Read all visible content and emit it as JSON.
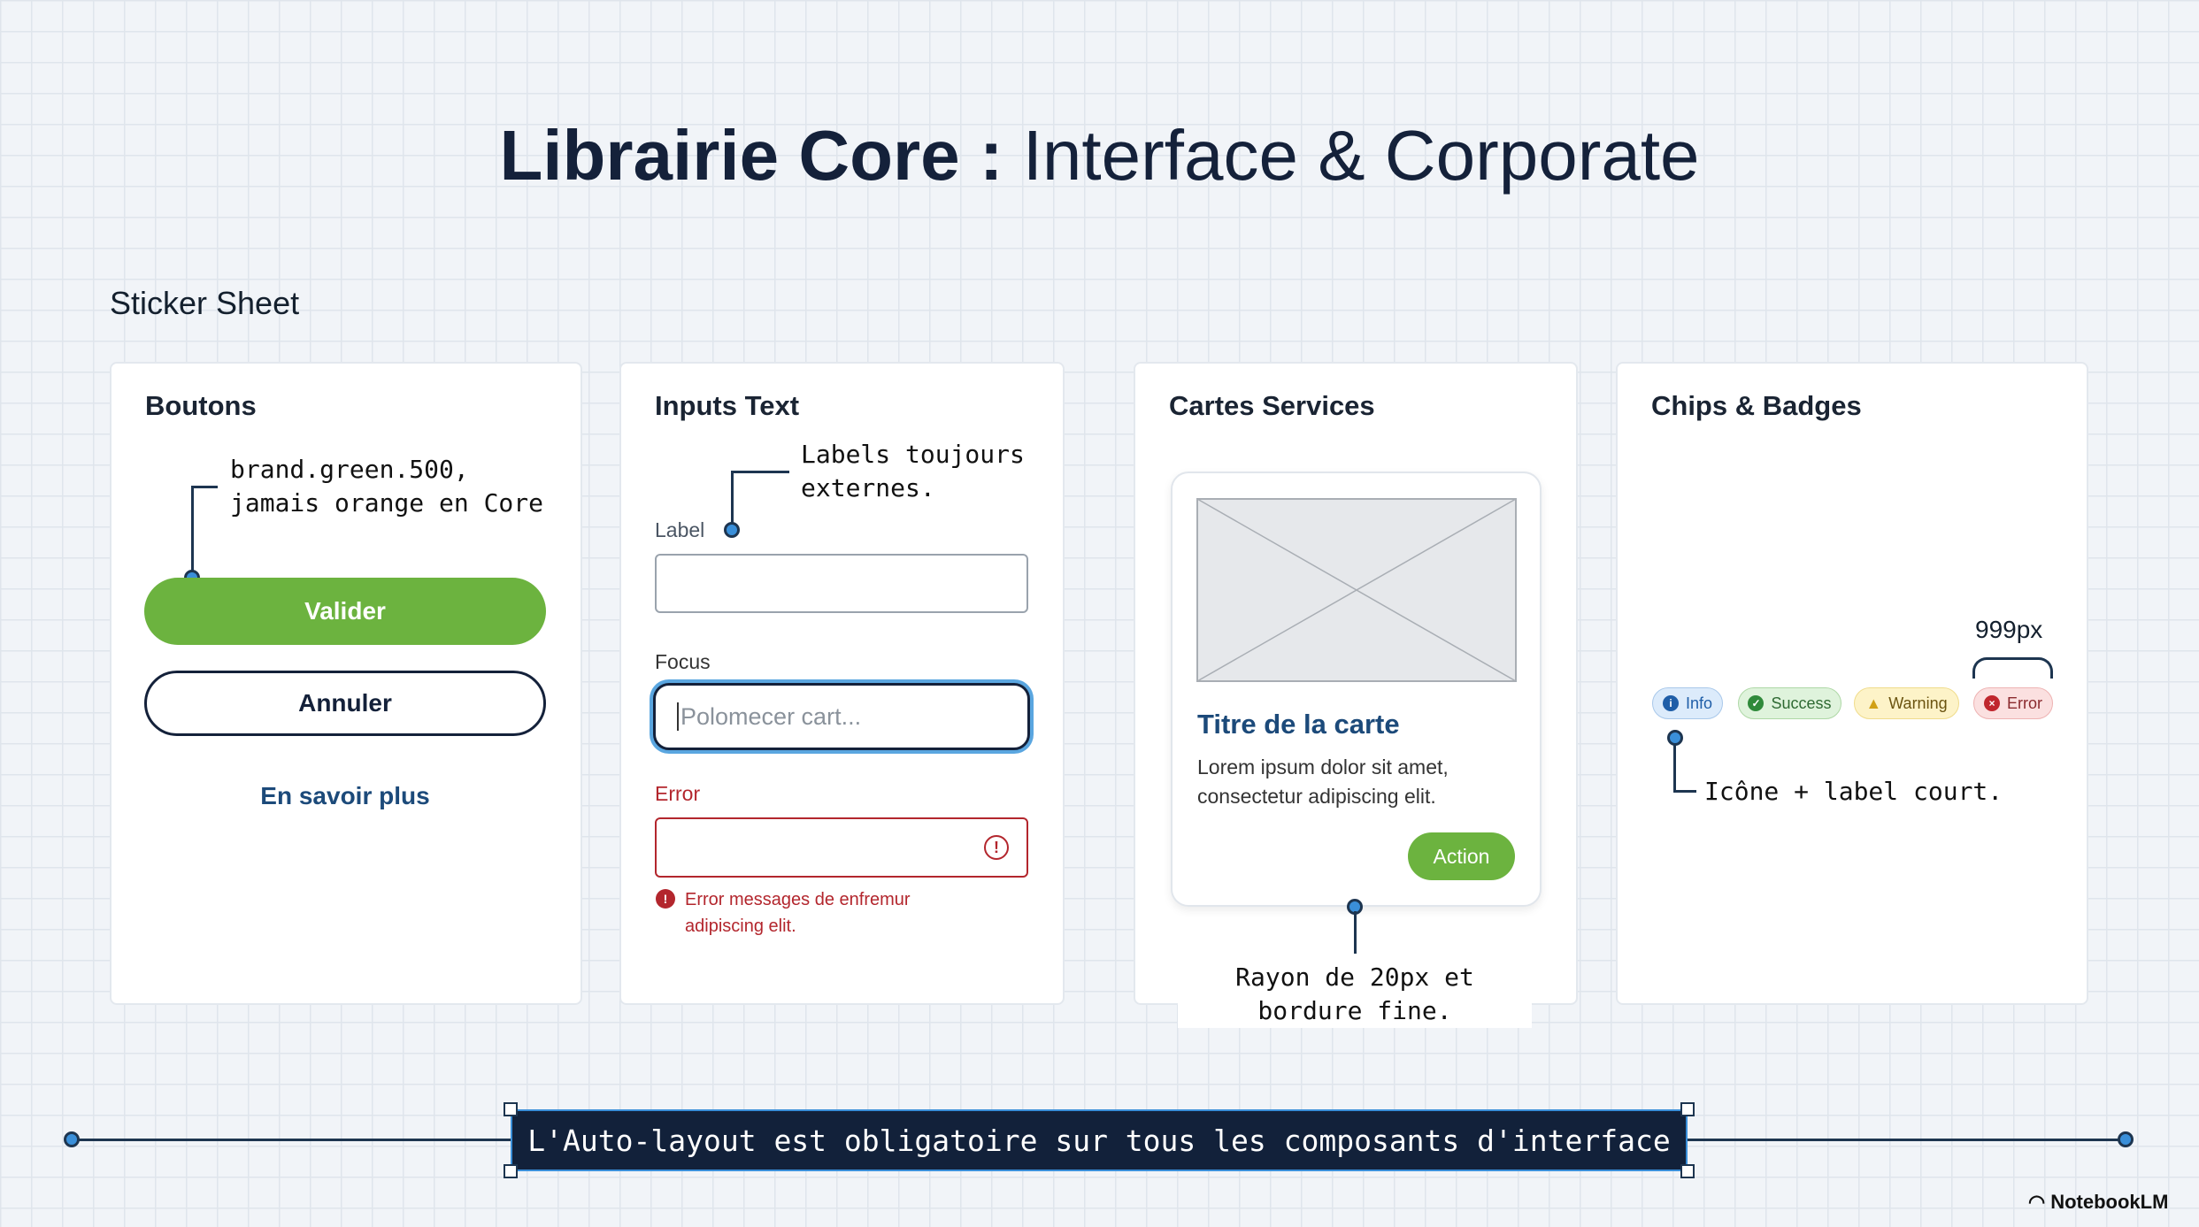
{
  "title": {
    "bold": "Librairie Core :",
    "light": " Interface & Corporate"
  },
  "section": "Sticker Sheet",
  "buttons_card": {
    "heading": "Boutons",
    "note": "brand.green.500,\njamais orange en Core",
    "primary": "Valider",
    "secondary": "Annuler",
    "link": "En savoir plus"
  },
  "inputs_card": {
    "heading": "Inputs Text",
    "note": "Labels toujours\nexternes.",
    "label": "Label",
    "focus_label": "Focus",
    "focus_placeholder": "Polomecer cart...",
    "error_label": "Error",
    "error_message": "Error messages de enfremur adipiscing elit."
  },
  "cards_card": {
    "heading": "Cartes Services",
    "card_title": "Titre de la carte",
    "card_text": "Lorem ipsum dolor sit amet, consectetur adipiscing elit.",
    "action": "Action",
    "note": "Rayon de 20px et\nbordure fine."
  },
  "chips_card": {
    "heading": "Chips & Badges",
    "radius_note": "999px",
    "chips": [
      {
        "label": "Info",
        "icon": "info-icon",
        "color": "#1f5ea8",
        "bg": "#dcebfb"
      },
      {
        "label": "Success",
        "icon": "check-circle-icon",
        "color": "#2f8a3a",
        "bg": "#dff3dc"
      },
      {
        "label": "Warning",
        "icon": "warning-icon",
        "color": "#b58a10",
        "bg": "#fdf3c8"
      },
      {
        "label": "Error",
        "icon": "error-icon",
        "color": "#c0262d",
        "bg": "#fbe0e0"
      }
    ],
    "note": "Icône + label court."
  },
  "banner": "L'Auto-layout est obligatoire sur tous les composants d'interface",
  "watermark": "NotebookLM",
  "colors": {
    "green": "#6cb33f",
    "navy": "#14213a",
    "error": "#b3262d",
    "focus": "#3a8fd9"
  }
}
